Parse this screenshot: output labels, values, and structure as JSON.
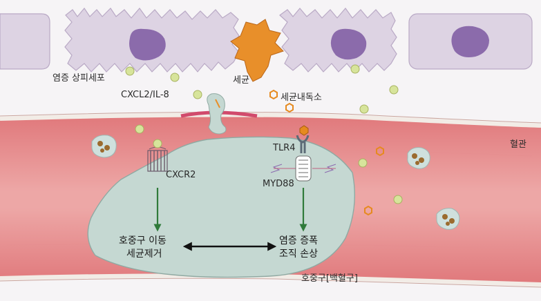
{
  "labels": {
    "epithelial_cell": "염증 상피세포",
    "bacterium": "세균",
    "cxcl2": "CXCL2/IL-8",
    "endotoxin": "세균내독소",
    "vessel": "혈관",
    "tlr4": "TLR4",
    "myd88": "MYD88",
    "cxcr2": "CXCR2",
    "neutrophil_caption": "호중구[백혈구]",
    "left_action_line1": "호중구 이동",
    "left_action_line2": "세균제거",
    "right_action_line1": "염증 증폭",
    "right_action_line2": "조직 손상"
  },
  "colors": {
    "background": "#f6f4f6",
    "epithelium": "#ddd3e3",
    "nucleus": "#8b6bab",
    "bacterium": "#e88f2a",
    "vessel": "#e37b7d",
    "vessel_light": "#eca5a4",
    "cell": "#c5d8d2",
    "chemokine": "#d7e49b",
    "arrow_green": "#2f7a3a",
    "endotoxin": "#e68a1f"
  }
}
